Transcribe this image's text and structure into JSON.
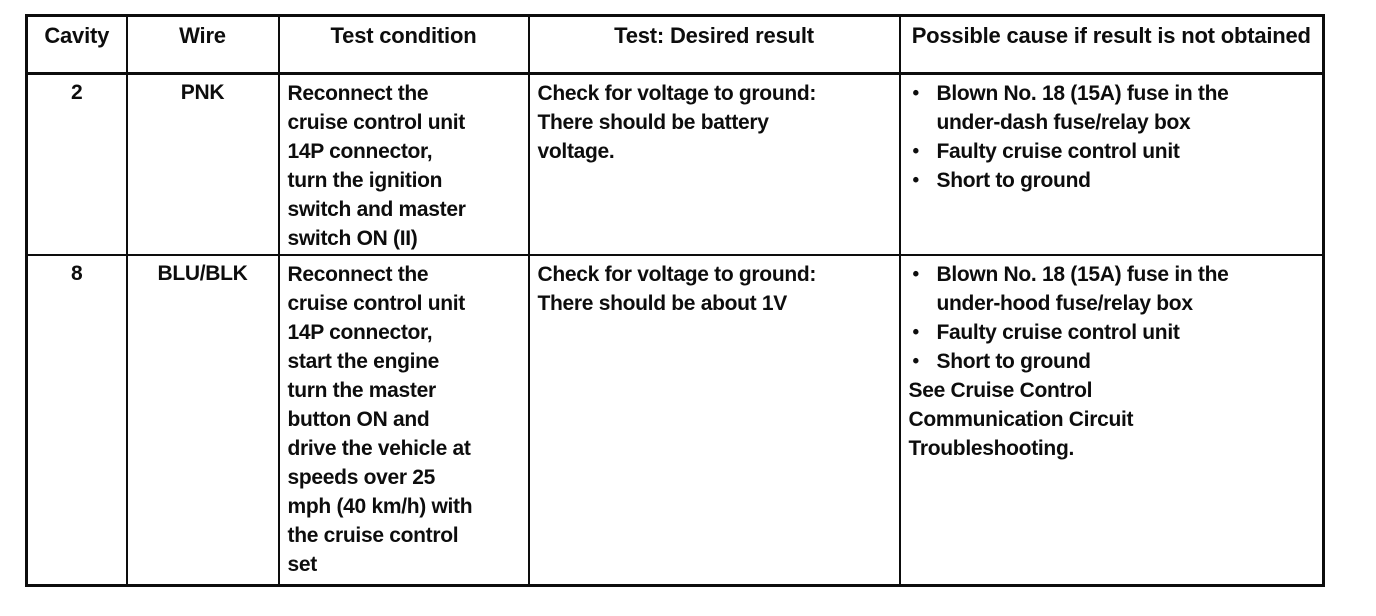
{
  "bullet_char": "•",
  "colors": {
    "ink": "#0d0d0d",
    "paper": "#ffffff"
  },
  "table": {
    "headers": [
      "Cavity",
      "Wire",
      "Test condition",
      "Test: Desired result",
      "Possible cause if result is not obtained"
    ],
    "rows": [
      {
        "cavity": "2",
        "wire": "PNK",
        "test_condition": "Reconnect the\ncruise control unit\n14P connector,\nturn the ignition\nswitch and master\nswitch ON (II)",
        "desired_result": "Check for voltage to ground:\nThere should be battery\nvoltage.",
        "possible_causes": [
          "Blown No. 18 (15A) fuse in the\nunder-dash fuse/relay box",
          "Faulty cruise control unit",
          "Short to ground"
        ],
        "note": ""
      },
      {
        "cavity": "8",
        "wire": "BLU/BLK",
        "test_condition": "Reconnect the\ncruise control unit\n14P connector,\nstart the engine\nturn the master\nbutton ON and\ndrive the vehicle at\nspeeds over 25\nmph (40 km/h) with\nthe cruise control\nset",
        "desired_result": "Check for voltage to ground:\nThere should be about 1V",
        "possible_causes": [
          "Blown No. 18 (15A) fuse in the\nunder-hood fuse/relay box",
          "Faulty cruise control unit",
          "Short to ground"
        ],
        "note": "See Cruise Control\nCommunication Circuit\nTroubleshooting."
      }
    ]
  }
}
